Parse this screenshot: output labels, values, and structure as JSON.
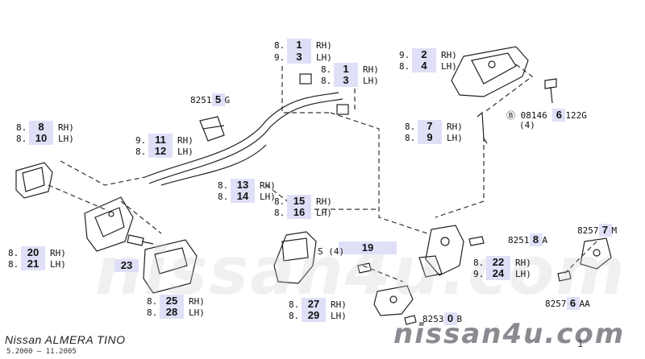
{
  "diagram": {
    "brand_title": "Nissan ALMERA TINO",
    "years": "5.2000  –  11.2005",
    "watermark_center": "nissan4u.com",
    "watermark_bottom": "nissan4u.com",
    "page_mark": "1"
  },
  "callouts": {
    "c1": {
      "prefix": "8.",
      "num": "1",
      "side": "RH)"
    },
    "c3a": {
      "prefix": "9.",
      "num": "3",
      "side": "LH)"
    },
    "c1b": {
      "prefix": "8.",
      "num": "1",
      "side": "RH)"
    },
    "c3b": {
      "prefix": "8.",
      "num": "3",
      "side": "LH)"
    },
    "c2": {
      "prefix": "9.",
      "num": "2",
      "side": "RH)"
    },
    "c4": {
      "prefix": "8.",
      "num": "4",
      "side": "LH)"
    },
    "c8": {
      "prefix": "8.",
      "num": "8",
      "side": "RH)"
    },
    "c10": {
      "prefix": "8.",
      "num": "10",
      "side": "LH)"
    },
    "c11": {
      "prefix": "9.",
      "num": "11",
      "side": "RH)"
    },
    "c12": {
      "prefix": "8.",
      "num": "12",
      "side": "LH)"
    },
    "c7": {
      "prefix": "8.",
      "num": "7",
      "side": "RH)"
    },
    "c9": {
      "prefix": "8.",
      "num": "9",
      "side": "LH)"
    },
    "c13": {
      "prefix": "8.",
      "num": "13",
      "side": "RH)"
    },
    "c14": {
      "prefix": "8.",
      "num": "14",
      "side": "LH)"
    },
    "c15": {
      "prefix": "8.",
      "num": "15",
      "side": "RH)"
    },
    "c16": {
      "prefix": "8.",
      "num": "16",
      "side": "LH)"
    },
    "c20": {
      "prefix": "8.",
      "num": "20",
      "side": "RH)"
    },
    "c21": {
      "prefix": "8.",
      "num": "21",
      "side": "LH)"
    },
    "c22": {
      "prefix": "8.",
      "num": "22",
      "side": "RH)"
    },
    "c24": {
      "prefix": "9.",
      "num": "24",
      "side": "LH)"
    },
    "c25": {
      "prefix": "8.",
      "num": "25",
      "side": "RH)"
    },
    "c28": {
      "prefix": "8.",
      "num": "28",
      "side": "LH)"
    },
    "c27": {
      "prefix": "8.",
      "num": "27",
      "side": "RH)"
    },
    "c29": {
      "prefix": "8.",
      "num": "29",
      "side": "LH)"
    }
  },
  "single_labels": {
    "c23": {
      "num": "23"
    },
    "c19": {
      "num": "19"
    }
  },
  "part_codes": {
    "p_82515g": {
      "pre": "8251",
      "num": "5",
      "post": "G"
    },
    "p_08146": {
      "pre": "Ⓑ 08146 ",
      "num": "6",
      "post": "122G"
    },
    "p_qty4": {
      "text": "(4)"
    },
    "p_82518a": {
      "pre": "8251",
      "num": "8",
      "post": "A"
    },
    "p_8257m": {
      "pre": "8257",
      "num": "7",
      "post": "M"
    },
    "p_8257aa": {
      "pre": "8257",
      "num": "6",
      "post": "AA"
    },
    "p_8253b": {
      "pre": "8253",
      "num": "0",
      "post": "B"
    },
    "p_s4": {
      "text": "S  (4)"
    }
  }
}
